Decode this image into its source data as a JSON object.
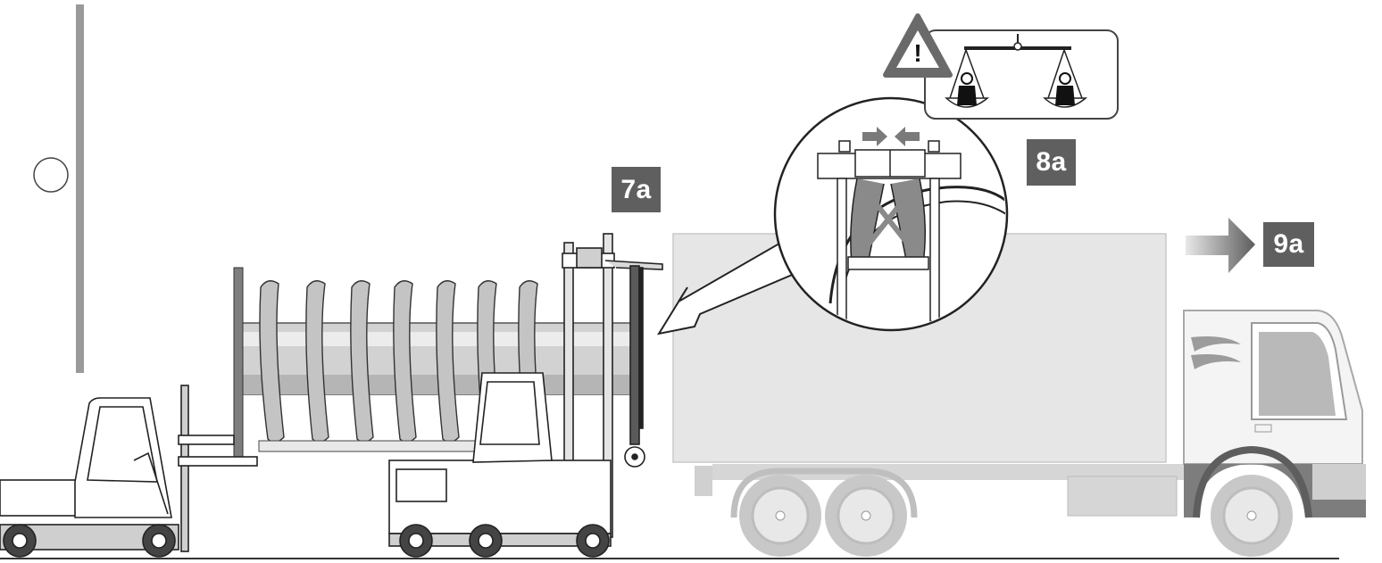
{
  "steps": {
    "step_7a": "7a",
    "step_8a": "8a",
    "step_9a": "9a"
  },
  "warning": {
    "mark": "!",
    "icon": "warning-triangle-icon"
  },
  "colors": {
    "label_bg": "#5f5f5f",
    "truck_body": "#e6e6e6",
    "wheel": "#c8c8c8",
    "arrow": "#6a6a6a",
    "line": "#333333"
  }
}
